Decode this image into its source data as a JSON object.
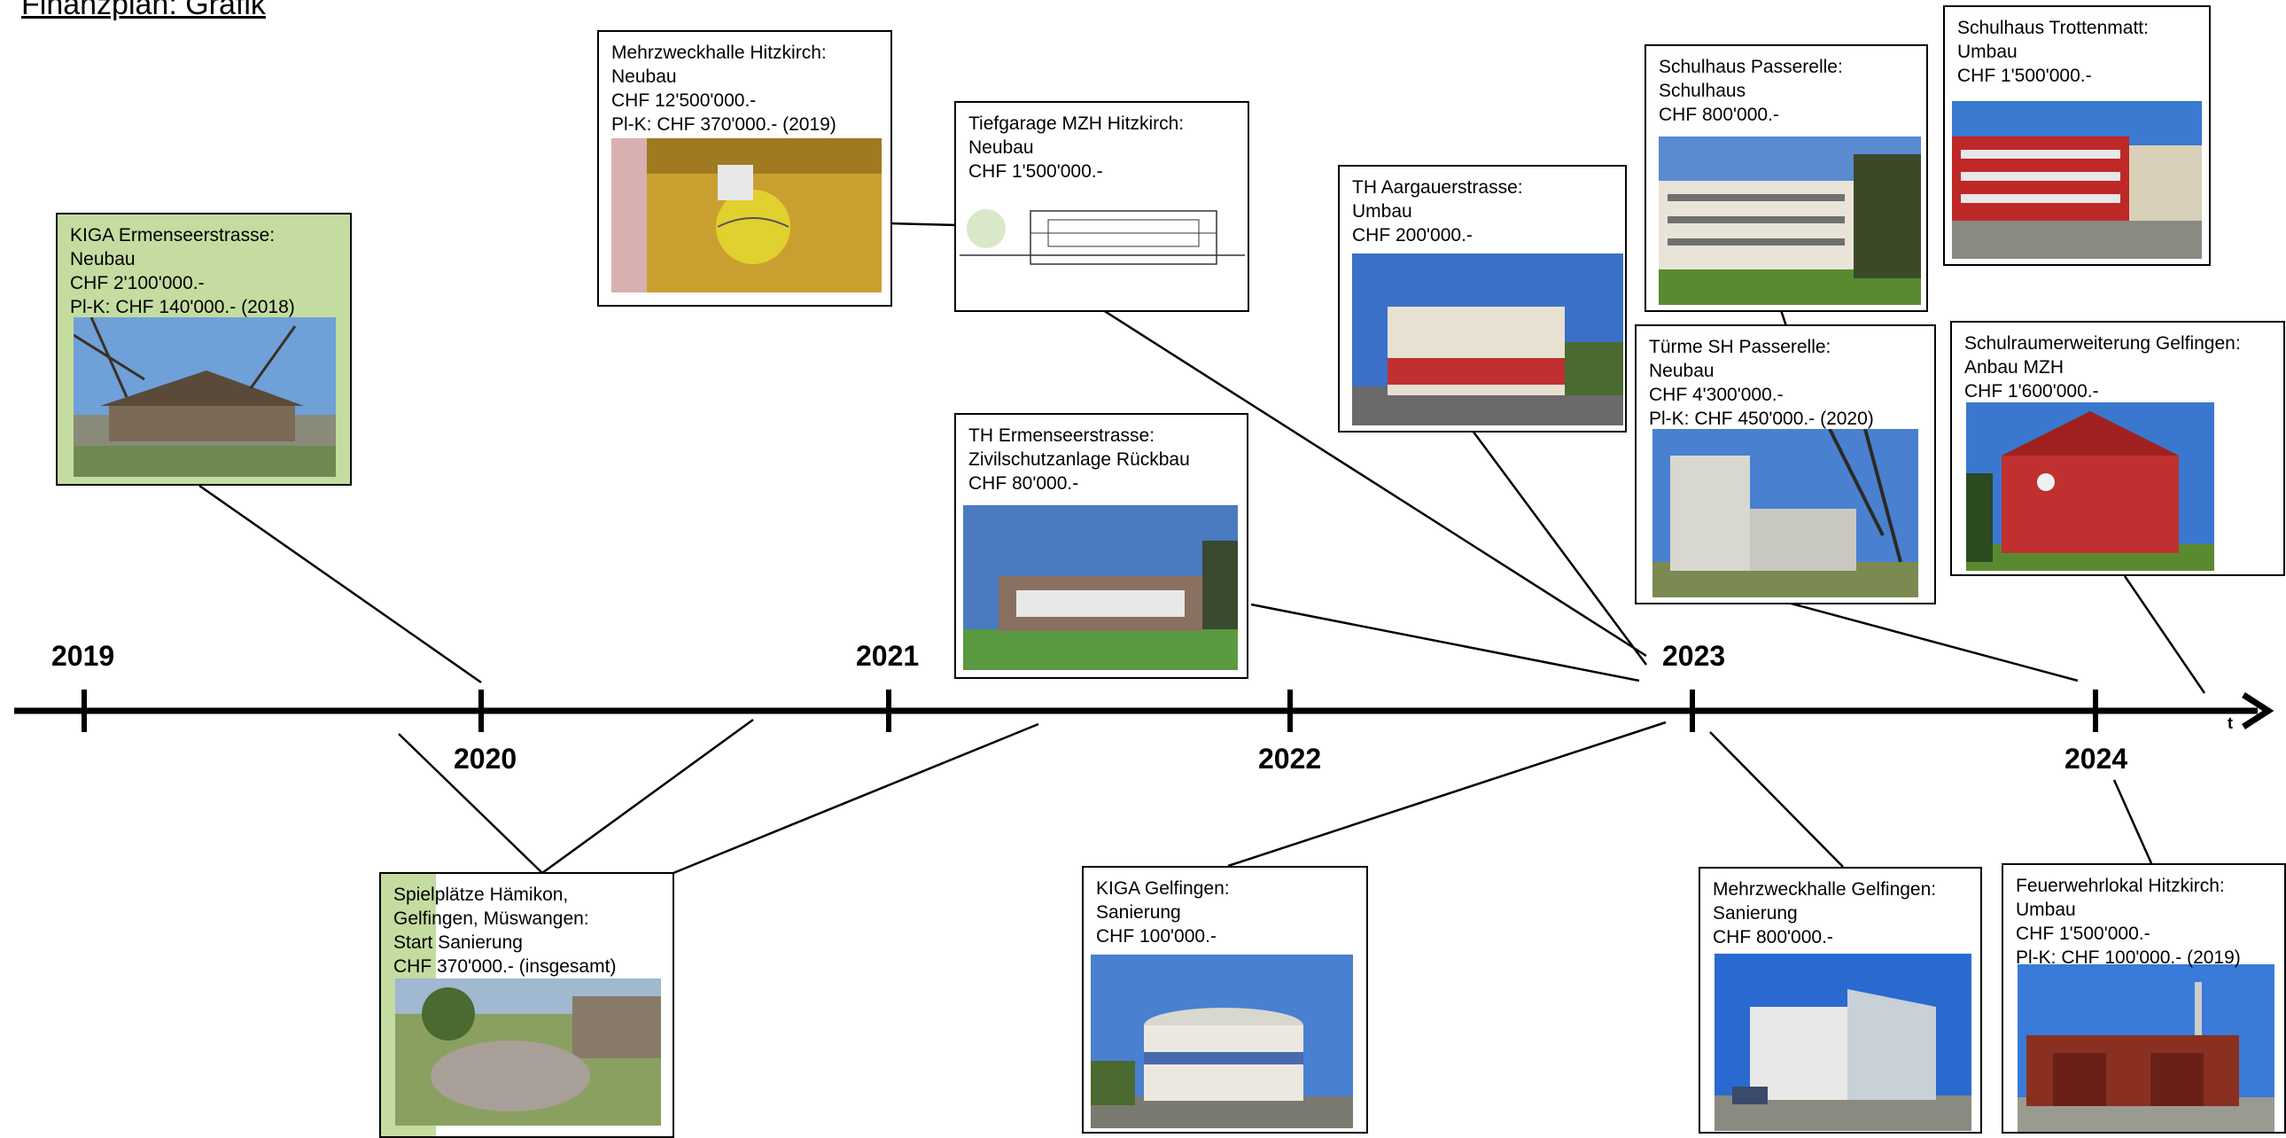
{
  "title": "Finanzplan: Grafik",
  "axis_label": "t",
  "years": [
    {
      "label": "2019"
    },
    {
      "label": "2020"
    },
    {
      "label": "2021"
    },
    {
      "label": "2022"
    },
    {
      "label": "2023"
    },
    {
      "label": "2024"
    }
  ],
  "cards": [
    {
      "id": "kiga-ermenseestrasse",
      "text": "KIGA Ermenseerstrasse:\nNeubau\nCHF 2'100'000.-\nPl-K: CHF 140'000.- (2018)",
      "photo": "kindergarten-building-photo"
    },
    {
      "id": "mehrzweckhalle-hitzkirch",
      "text": "Mehrzweckhalle Hitzkirch:\nNeubau\nCHF 12'500'000.-\nPl-K: CHF 370'000.- (2019)",
      "photo": "gym-ball-photo"
    },
    {
      "id": "tiefgarage-mzh",
      "text": "Tiefgarage MZH Hitzkirch:\nNeubau\nCHF 1'500'000.-",
      "photo": "section-drawing"
    },
    {
      "id": "th-ermenseestrasse",
      "text": "TH Ermenseerstrasse:\nZivilschutzanlage Rückbau\nCHF 80'000.-",
      "photo": "gym-hall-photo"
    },
    {
      "id": "th-aargauerstrasse",
      "text": "TH Aargauerstrasse:\nUmbau\nCHF 200'000.-",
      "photo": "gym-aargauerstrasse-photo"
    },
    {
      "id": "schulhaus-passerelle",
      "text": "Schulhaus Passerelle:\nSchulhaus\nCHF 800'000.-",
      "photo": "school-passerelle-photo"
    },
    {
      "id": "schulhaus-trottenmatt",
      "text": "Schulhaus Trottenmatt:\nUmbau\nCHF 1'500'000.-",
      "photo": "school-trottenmatt-photo"
    },
    {
      "id": "tuerme-sh-passerelle",
      "text": "Türme SH Passerelle:\nNeubau\nCHF 4'300'000.-\nPl-K: CHF 450'000.- (2020)",
      "photo": "towers-photo"
    },
    {
      "id": "schulraumerweiterung-gelfingen",
      "text": "Schulraumerweiterung Gelfingen:\nAnbau MZH\nCHF 1'600'000.-",
      "photo": "red-building-photo"
    },
    {
      "id": "spielplaetze",
      "text": "Spielplätze Hämikon,\nGelfingen, Müswangen:\nStart Sanierung\nCHF 370'000.-  (insgesamt)",
      "photo": "playground-photo"
    },
    {
      "id": "kiga-gelfingen",
      "text": "KIGA Gelfingen:\nSanierung\nCHF 100'000.-",
      "photo": "round-building-photo"
    },
    {
      "id": "mehrzweckhalle-gelfingen",
      "text": "Mehrzweckhalle Gelfingen:\nSanierung\nCHF 800'000.-",
      "photo": "hall-gelfingen-photo"
    },
    {
      "id": "feuerwehrlokal-hitzkirch",
      "text": "Feuerwehrlokal Hitzkirch:\nUmbau\nCHF 1'500'000.-\nPl-K: CHF 100'000.- (2019)",
      "photo": "fire-station-photo"
    }
  ]
}
